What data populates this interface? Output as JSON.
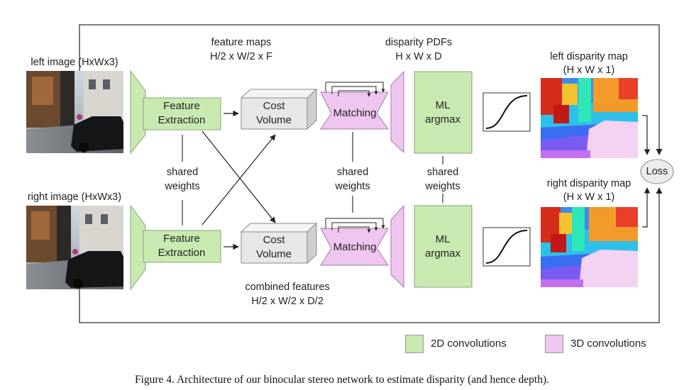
{
  "inputs": {
    "left_label": "left image (HxWx3)",
    "right_label": "right image (HxWx3)"
  },
  "blocks": {
    "feature_extraction": "Feature Extraction",
    "cost_volume": "Cost Volume",
    "matching": "Matching",
    "ml_argmax": "ML argmax",
    "loss": "Loss"
  },
  "annotations": {
    "feature_maps": "feature maps",
    "feature_maps_dims": "H/2 x W/2 x F",
    "disparity_pdfs": "disparity PDFs",
    "disparity_pdfs_dims": "H x W x D",
    "combined_features": "combined features",
    "combined_features_dims": "H/2 x W/2 x D/2",
    "shared_weights_1": "shared weights",
    "shared_weights_2": "shared weights",
    "shared_weights_3": "shared weights"
  },
  "outputs": {
    "left_title": "left disparity map",
    "left_dims": "(H x W x 1)",
    "right_title": "right disparity map",
    "right_dims": "(H x W x 1)"
  },
  "legend": {
    "conv2d": "2D convolutions",
    "conv3d": "3D convolutions"
  },
  "colors": {
    "conv2d": "#c8eab0",
    "conv3d": "#efc6f0",
    "cost_volume": "#e7e7e7"
  },
  "caption": "Figure 4. Architecture of our binocular stereo network to estimate disparity (and hence depth)."
}
